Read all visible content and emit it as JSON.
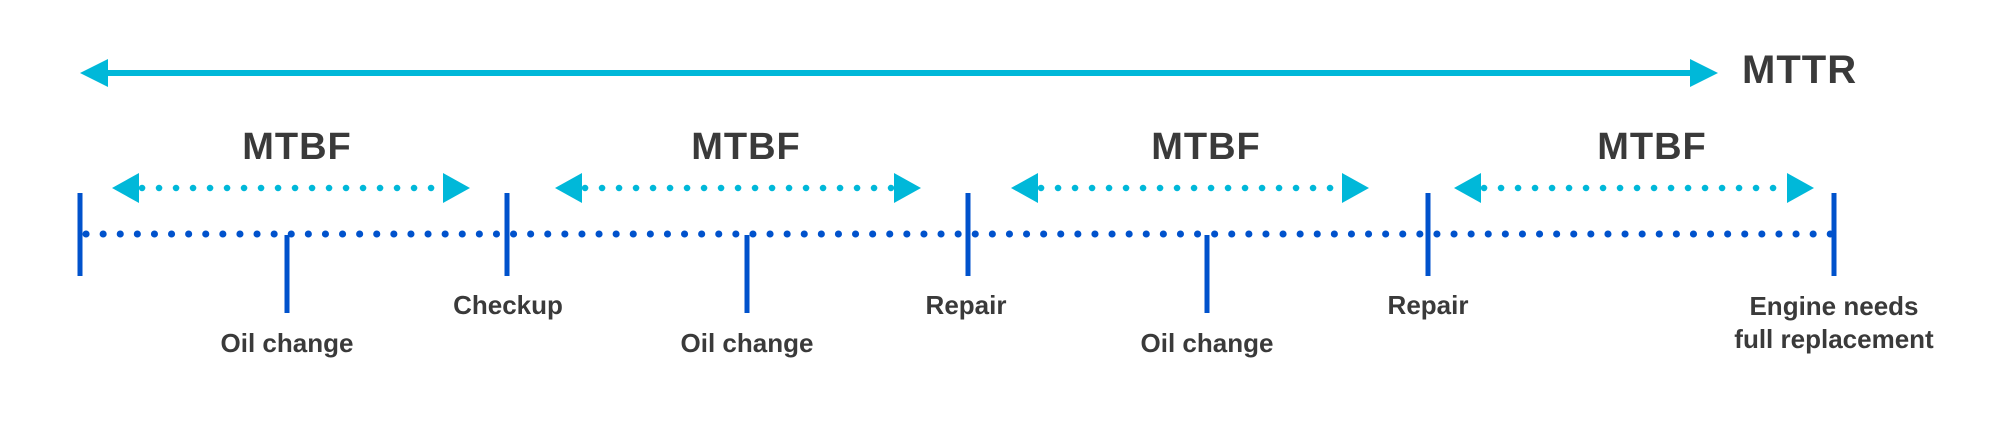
{
  "colors": {
    "cyan": "#00B8D9",
    "blue": "#0052CC",
    "text": "#3A3A3A",
    "background": "#FFFFFF"
  },
  "diagram": {
    "mttr_label": "MTTR",
    "mtbf_labels": [
      "MTBF",
      "MTBF",
      "MTBF",
      "MTBF"
    ],
    "boundary_event_labels": [
      "Checkup",
      "Repair",
      "Repair"
    ],
    "end_event_label": {
      "line1": "Engine needs",
      "line2": "full replacement"
    },
    "maintenance_event_labels": [
      "Oil change",
      "Oil change",
      "Oil change"
    ]
  }
}
